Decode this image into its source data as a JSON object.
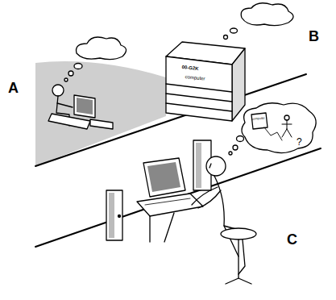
{
  "diagram": {
    "labels": [
      "A",
      "B",
      "C",
      "00-G2K",
      "computer",
      "computer",
      "?"
    ]
  }
}
